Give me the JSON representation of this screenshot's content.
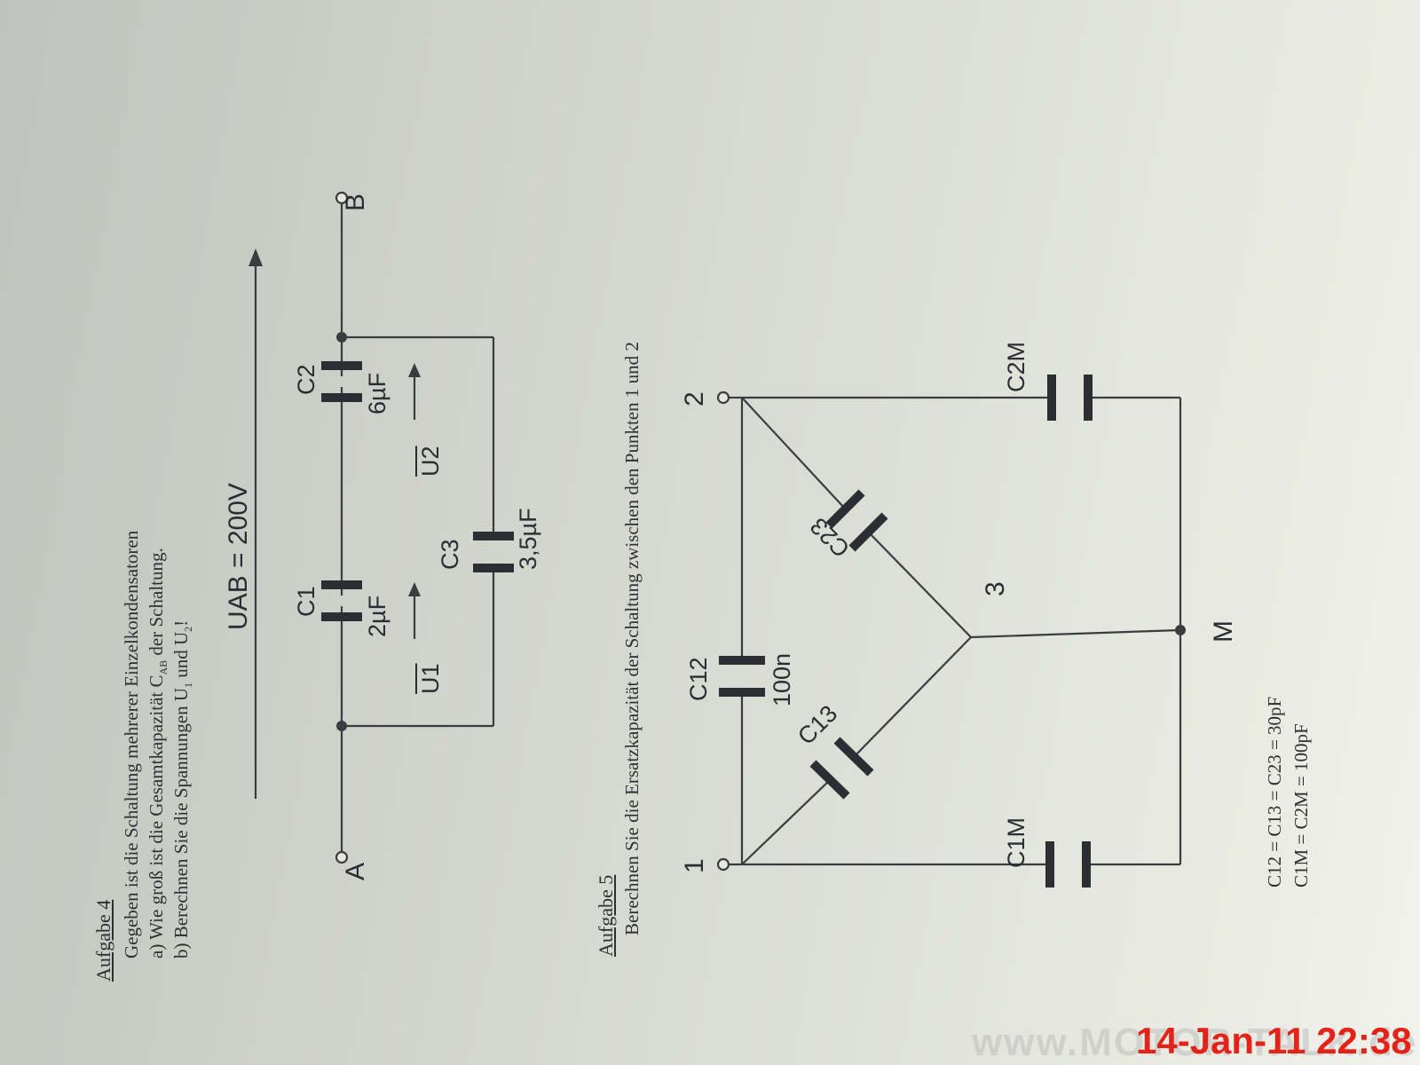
{
  "task4": {
    "heading": "Aufgabe 4",
    "intro": "Gegeben ist die Schaltung mehrerer Einzelkondensatoren",
    "qa": "a)  Wie groß ist die Gesamtkapazität C",
    "qa_sub": "AB",
    "qa_end": " der Schaltung.",
    "qb": "b)  Berechnen Sie die Spannungen U",
    "qb_sub1": "1",
    "qb_mid": " und U",
    "qb_sub2": "2",
    "qb_end": "!",
    "uab": "UAB = 200V",
    "node_a": "A",
    "node_b": "B",
    "c1_name": "C1",
    "c1_value": "2µF",
    "c2_name": "C2",
    "c2_value": "6µF",
    "c3_name": "C3",
    "c3_value": "3,5µF",
    "u1": "U1",
    "u2": "U2"
  },
  "task5": {
    "heading": "Aufgabe 5",
    "question": "Berechnen Sie die Ersatzkapazität der Schaltung zwischen den Punkten 1 und 2",
    "node1": "1",
    "node2": "2",
    "node3": "3",
    "nodeM": "M",
    "c12_name": "C12",
    "c12_value": "100n",
    "c13_name": "C13",
    "c23_name": "C23",
    "c1m_name": "C1M",
    "c2m_name": "C2M",
    "eq1": "C12 = C13 = C23 = 30pF",
    "eq2": "C1M = C2M = 100pF"
  },
  "footer": {
    "watermark": "www.MOTOR-TALK.de",
    "timestamp": "14-Jan-11 22:38",
    "stamp_color": "#e3231a"
  }
}
